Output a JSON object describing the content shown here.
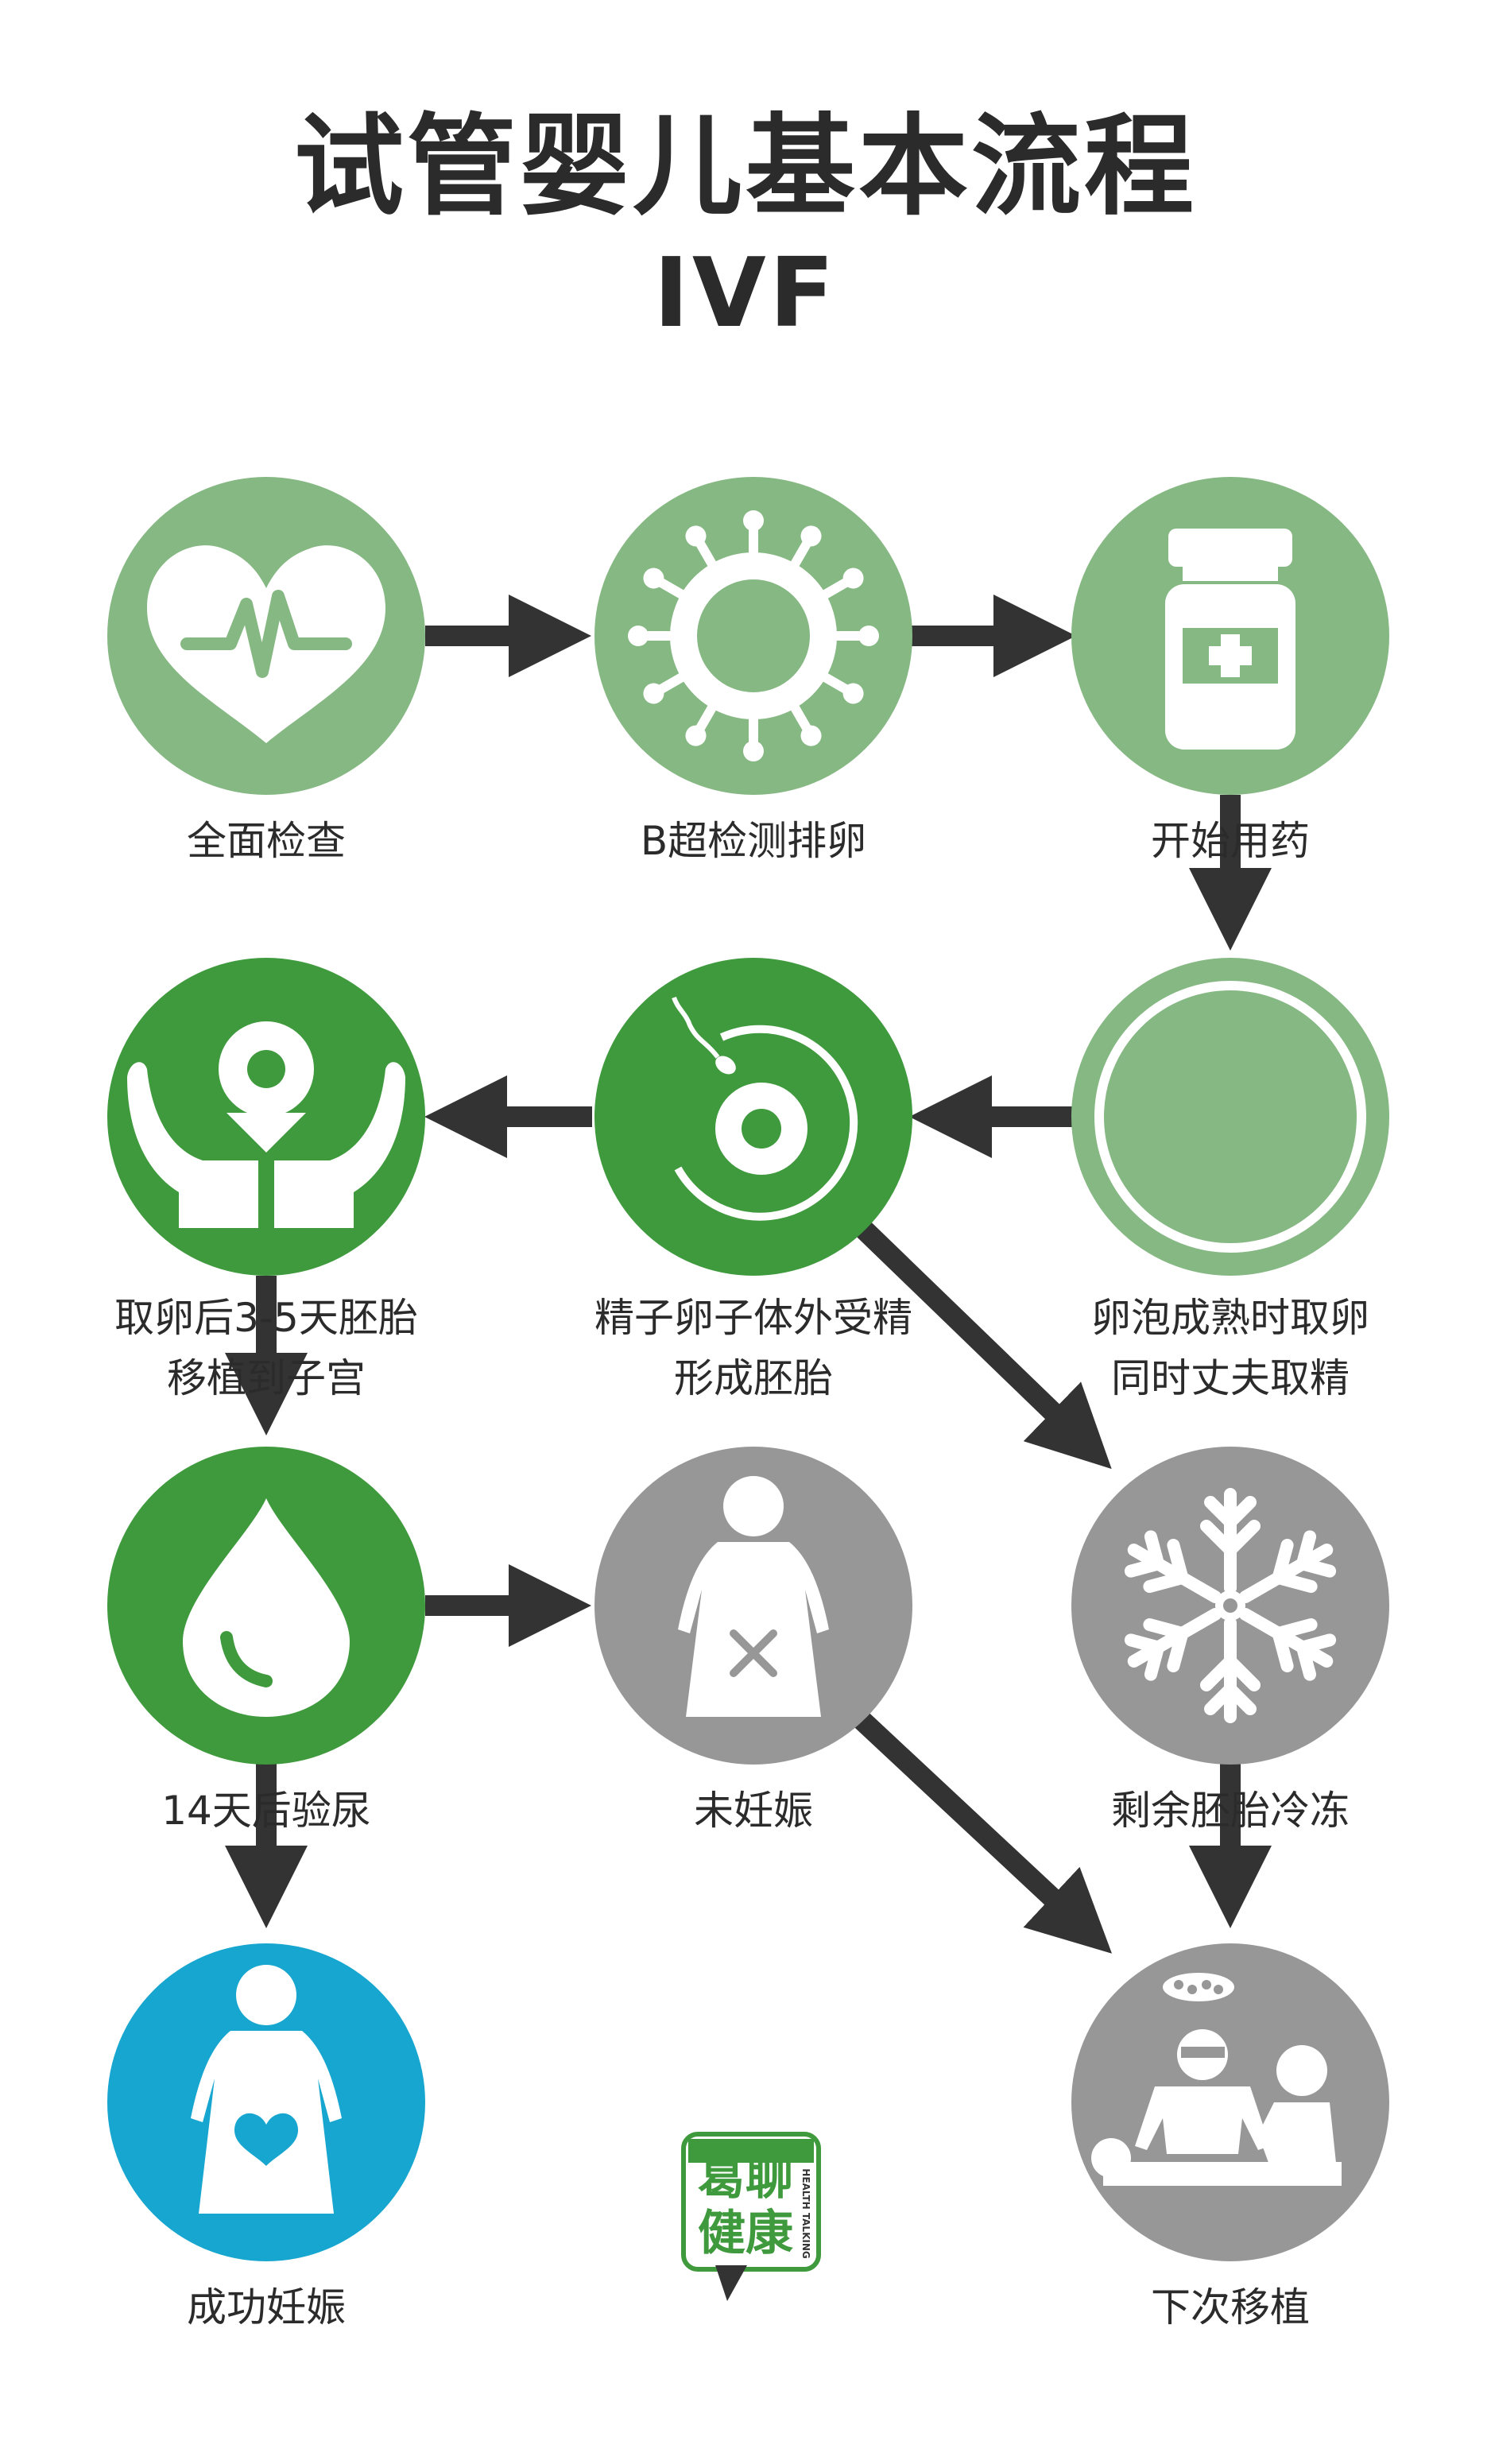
{
  "title": "试管婴儿基本流程",
  "subtitle": "IVF",
  "colors": {
    "light_green": "#86b883",
    "dark_green": "#3f9a3d",
    "gray": "#979797",
    "blue": "#17a6cf",
    "arrow": "#333333",
    "text": "#2b2b2b"
  },
  "steps": [
    {
      "label": "全面检查",
      "icon": "heart-pulse-icon",
      "color": "light_green"
    },
    {
      "label": "B超检测排卵",
      "icon": "follicle-cell-icon",
      "color": "light_green"
    },
    {
      "label": "开始用药",
      "icon": "medicine-bottle-icon",
      "color": "light_green"
    },
    {
      "label": "卵泡成熟时取卵",
      "label2": "同时丈夫取精",
      "icon": "male-female-icon",
      "color": "light_green"
    },
    {
      "label": "精子卵子体外受精",
      "label2": "形成胚胎",
      "icon": "sperm-egg-icon",
      "color": "dark_green"
    },
    {
      "label": "取卵后3-5天胚胎",
      "label2": "移植到子宫",
      "icon": "hands-embryo-icon",
      "color": "dark_green"
    },
    {
      "label": "14天后验尿",
      "icon": "drop-icon",
      "color": "dark_green"
    },
    {
      "label": "未妊娠",
      "icon": "woman-cross-icon",
      "color": "gray"
    },
    {
      "label": "剩余胚胎冷冻",
      "icon": "snowflake-icon",
      "color": "gray"
    },
    {
      "label": "成功妊娠",
      "icon": "pregnant-woman-heart-icon",
      "color": "blue"
    },
    {
      "label": "下次移植",
      "icon": "doctor-transfer-icon",
      "color": "gray"
    }
  ],
  "logo": {
    "text_cn": "葛聊健康",
    "text_en": "HEALTH TALKING"
  }
}
